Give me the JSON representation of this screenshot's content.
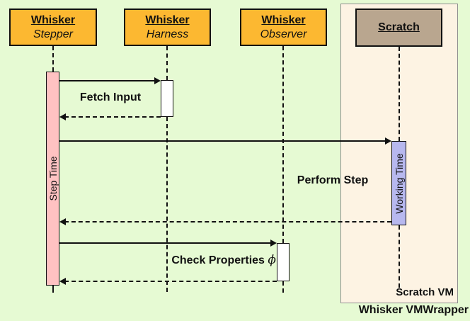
{
  "diagram_type": "uml-sequence-diagram",
  "actors": [
    {
      "title": "Whisker",
      "subtitle": "Stepper"
    },
    {
      "title": "Whisker",
      "subtitle": "Harness"
    },
    {
      "title": "Whisker",
      "subtitle": "Observer"
    },
    {
      "title": "Scratch"
    }
  ],
  "activations": {
    "step_time": "Step Time",
    "working_time": "Working Time"
  },
  "messages": {
    "fetch_input": "Fetch Input",
    "perform_step": "Perform Step",
    "check_properties": "Check Properties",
    "phi": "ϕ"
  },
  "frame": {
    "label": "Scratch VM"
  },
  "caption": "Whisker VMWrapper",
  "colors": {
    "background": "#e6fad3",
    "actor_fill": "#fcb831",
    "scratch_actor_fill": "#b9a68f",
    "frame_fill": "#fdf3e3",
    "frame_border": "#8f8f8f",
    "step_time_bar": "#ffc2c2",
    "working_time_bar": "#b7b8ef",
    "line": "#111111"
  }
}
